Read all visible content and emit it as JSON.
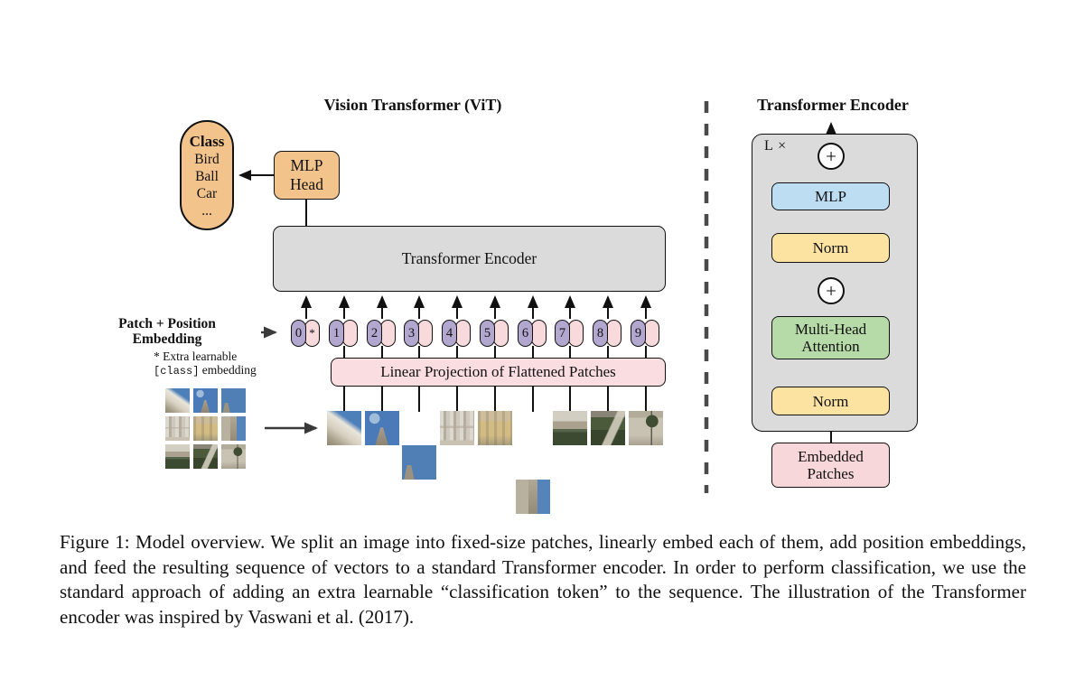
{
  "palette": {
    "orange": "#F3C38C",
    "panel_gray": "#DBDBDB",
    "pink_projection": "#F9DDE1",
    "pink_embedded": "#F8D7DA",
    "purple_token": "#B2A7CE",
    "pink_token": "#F8DADD",
    "blue_mlp": "#BDDDF2",
    "yellow_norm": "#FCE3A2",
    "green_attention": "#B7DBA8"
  },
  "vit_panel": {
    "title": "Vision Transformer (ViT)",
    "class_pill": {
      "heading": "Class",
      "items": [
        "Bird",
        "Ball",
        "Car",
        "..."
      ]
    },
    "mlp_head_label": "MLP\nHead",
    "encoder_box_label": "Transformer Encoder",
    "patch_position_label": "Patch + Position\nEmbedding",
    "extra_note": {
      "line1": "* Extra learnable",
      "code": "[class]",
      "rest": " embedding"
    },
    "linear_projection_label": "Linear Projection of Flattened Patches",
    "tokens": [
      {
        "number": "0",
        "tag": "*"
      },
      {
        "number": "1",
        "tag": ""
      },
      {
        "number": "2",
        "tag": ""
      },
      {
        "number": "3",
        "tag": ""
      },
      {
        "number": "4",
        "tag": ""
      },
      {
        "number": "5",
        "tag": ""
      },
      {
        "number": "6",
        "tag": ""
      },
      {
        "number": "7",
        "tag": ""
      },
      {
        "number": "8",
        "tag": ""
      },
      {
        "number": "9",
        "tag": ""
      }
    ]
  },
  "encoder_panel": {
    "title": "Transformer Encoder",
    "loop_label": "L ×",
    "plus_top": "+",
    "plus_bottom": "+",
    "mlp_label": "MLP",
    "norm_top_label": "Norm",
    "attention_label": "Multi-Head\nAttention",
    "norm_bottom_label": "Norm",
    "embedded_patches_label": "Embedded\nPatches"
  },
  "caption": "Figure 1: Model overview. We split an image into fixed-size patches, linearly embed each of them, add position embeddings, and feed the resulting sequence of vectors to a standard Transformer encoder. In order to perform classification, we use the standard approach of adding an extra learnable “classification token” to the sequence. The illustration of the Transformer encoder was inspired by Vaswani et al. (2017)."
}
